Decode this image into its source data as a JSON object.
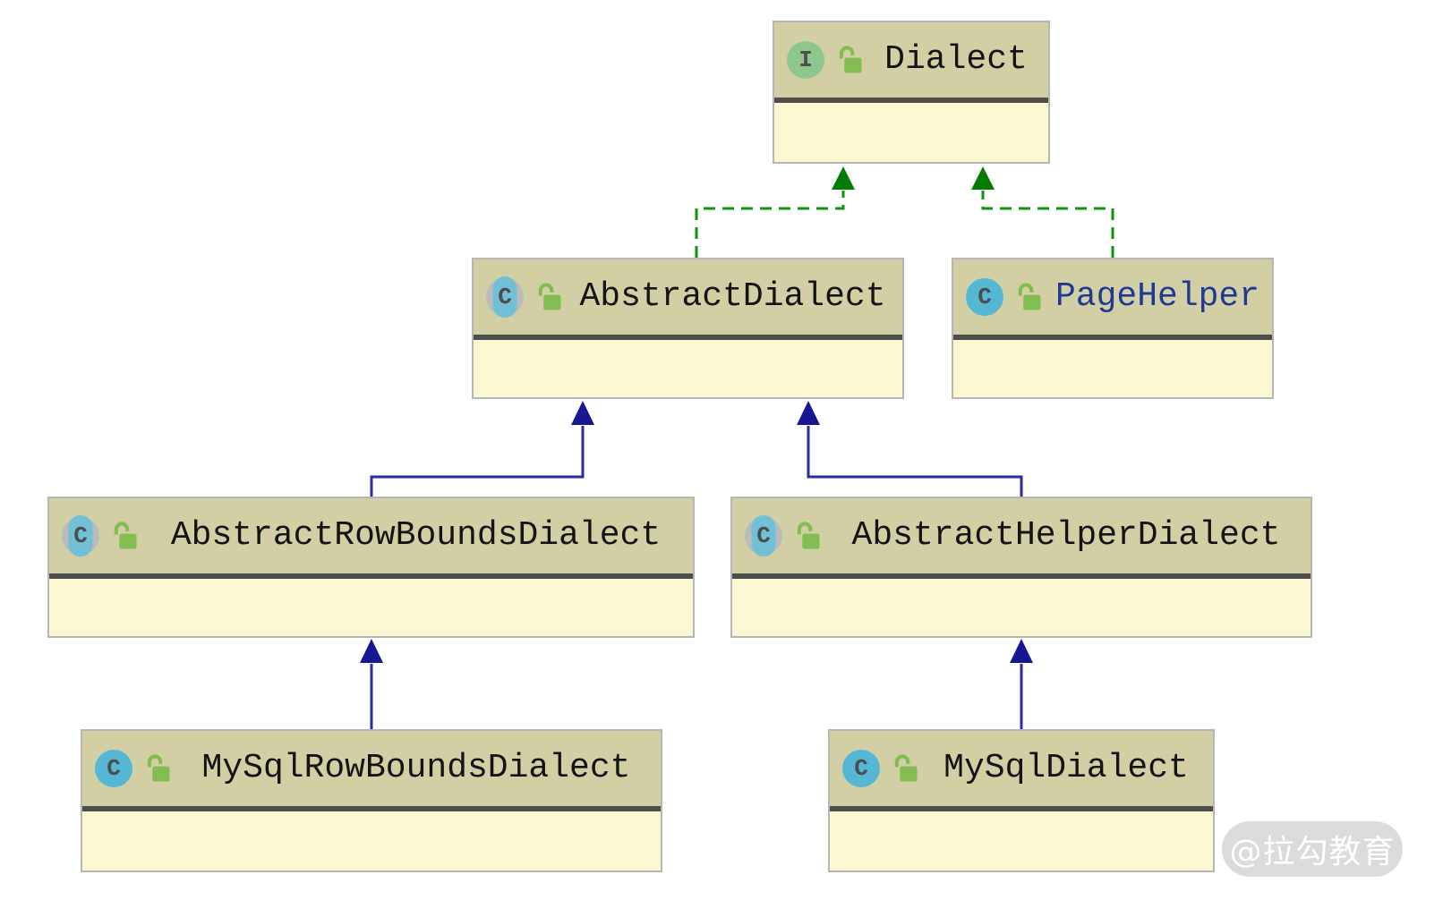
{
  "diagram": {
    "type": "uml-class-diagram",
    "nodes": [
      {
        "id": "Dialect",
        "name": "Dialect",
        "kind": "interface",
        "badge": "interface-icon",
        "lock": "open-lock-icon",
        "name_style": "default"
      },
      {
        "id": "AbstractDialect",
        "name": "AbstractDialect",
        "kind": "abstract-class",
        "badge": "abstract-class-icon",
        "lock": "open-lock-icon",
        "name_style": "default"
      },
      {
        "id": "PageHelper",
        "name": "PageHelper",
        "kind": "class",
        "badge": "class-icon",
        "lock": "open-lock-icon",
        "name_style": "link"
      },
      {
        "id": "AbstractRowBoundsDialect",
        "name": "AbstractRowBoundsDialect",
        "kind": "abstract-class",
        "badge": "abstract-class-icon",
        "lock": "open-lock-icon",
        "name_style": "default"
      },
      {
        "id": "AbstractHelperDialect",
        "name": "AbstractHelperDialect",
        "kind": "abstract-class",
        "badge": "abstract-class-icon",
        "lock": "open-lock-icon",
        "name_style": "default"
      },
      {
        "id": "MySqlRowBoundsDialect",
        "name": "MySqlRowBoundsDialect",
        "kind": "class",
        "badge": "class-icon",
        "lock": "open-lock-icon",
        "name_style": "default"
      },
      {
        "id": "MySqlDialect",
        "name": "MySqlDialect",
        "kind": "class",
        "badge": "class-icon",
        "lock": "open-lock-icon",
        "name_style": "default"
      }
    ],
    "edges": [
      {
        "from": "AbstractDialect",
        "to": "Dialect",
        "type": "realization",
        "style": "green-dashed-filled-triangle"
      },
      {
        "from": "PageHelper",
        "to": "Dialect",
        "type": "realization",
        "style": "green-dashed-filled-triangle"
      },
      {
        "from": "AbstractRowBoundsDialect",
        "to": "AbstractDialect",
        "type": "generalization",
        "style": "navy-solid-filled-triangle"
      },
      {
        "from": "AbstractHelperDialect",
        "to": "AbstractDialect",
        "type": "generalization",
        "style": "navy-solid-filled-triangle"
      },
      {
        "from": "MySqlRowBoundsDialect",
        "to": "AbstractRowBoundsDialect",
        "type": "generalization",
        "style": "navy-solid-filled-triangle"
      },
      {
        "from": "MySqlDialect",
        "to": "AbstractHelperDialect",
        "type": "generalization",
        "style": "navy-solid-filled-triangle"
      }
    ]
  },
  "icons": {
    "interface_letter": "I",
    "class_letter": "C"
  },
  "watermark": {
    "text": "@拉勾教育"
  },
  "colors": {
    "node_header": "#d3cfa5",
    "node_body": "#fbf7d0",
    "node_border": "#b6b6b6",
    "header_divider": "#4e4e4e",
    "realization_line": "#0b950b",
    "realization_arrow": "#067c06",
    "generalization_line": "#2b2ba6",
    "generalization_arrow": "#171794",
    "interface_icon_bg": "#8dc78d",
    "class_icon_bg": "#55b7d3",
    "abstract_ring": "#bbbbbb",
    "abstract_pill": "#72c0d6",
    "icon_letter": "#4a4e50",
    "lock_icon": "#82bd51",
    "name_default": "#141414",
    "name_link": "#1f3a93",
    "watermark_bg": "#d9d9d9",
    "watermark_text": "#ffffff"
  }
}
